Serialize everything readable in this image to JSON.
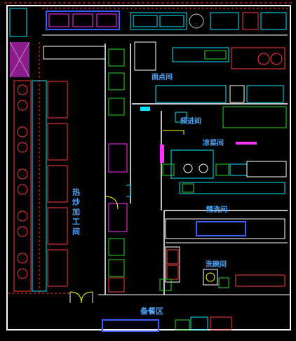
{
  "rooms": {
    "pastry": "面点间",
    "pre_entry": "预进间",
    "cold_dish": "凉菜间",
    "wok_line": "热炒加工间",
    "washing": "精洗间",
    "dishwash": "洗碗间",
    "service": "备餐区"
  },
  "colors": {
    "wall": "#ffffff",
    "dashed": "#ff3b3b",
    "cyan": "#00e5ff",
    "green": "#22dd22",
    "magenta": "#ff33ff",
    "blue": "#3b5bff",
    "label": "#4ea8ff"
  }
}
